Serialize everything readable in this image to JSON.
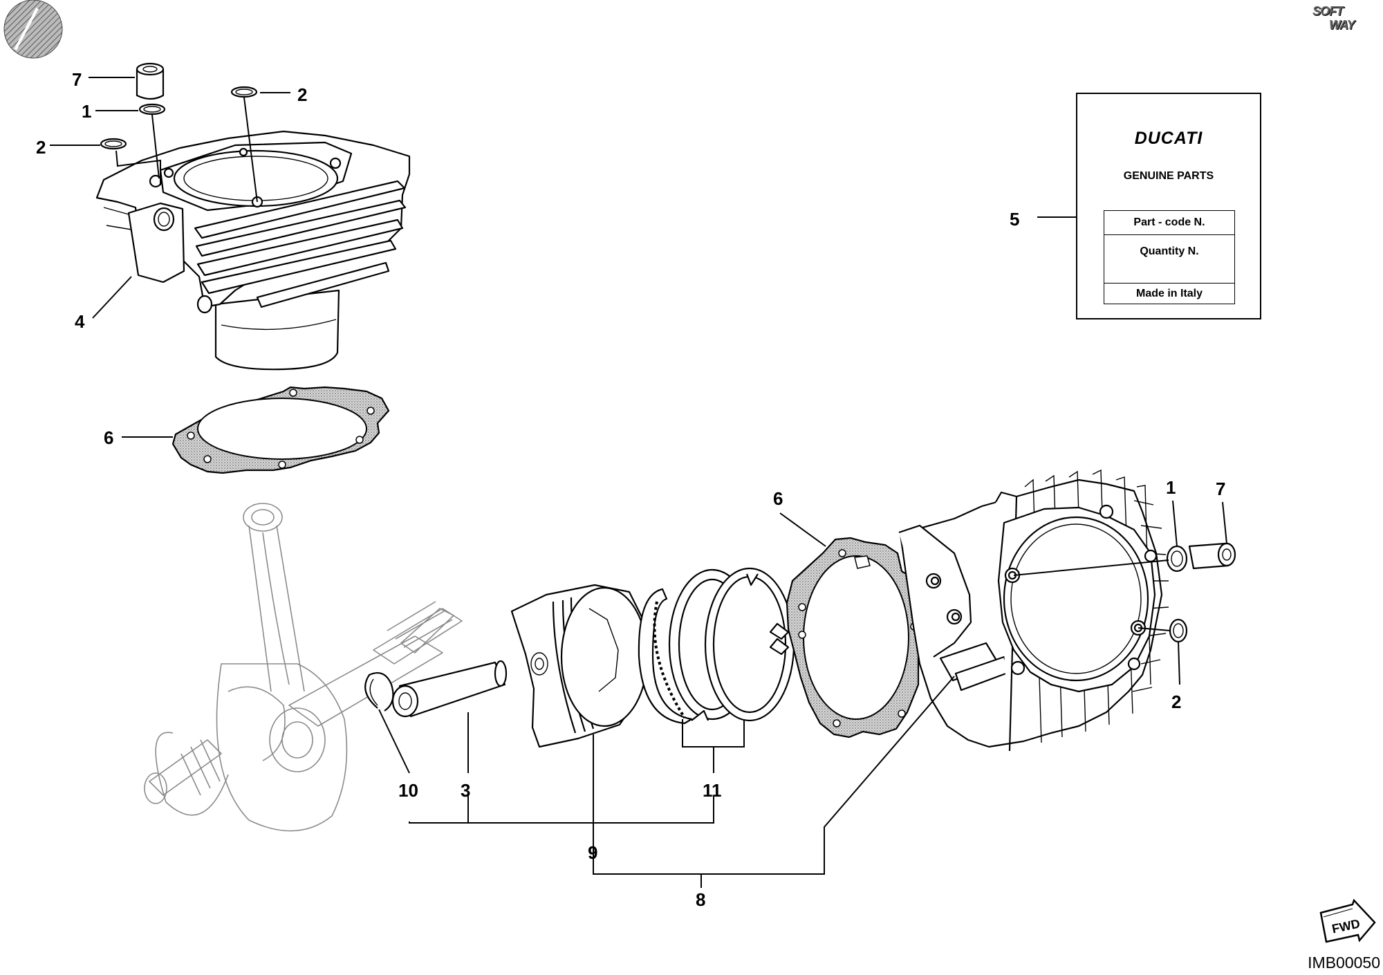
{
  "diagram": {
    "reference_code": "IMB00050",
    "brand_badge": "SOFTWAY",
    "brand_badge_lines": [
      "SOFT",
      "WAY"
    ],
    "direction_badge": "FWD",
    "callouts": [
      {
        "id": "c7a",
        "text": "7"
      },
      {
        "id": "c1a",
        "text": "1"
      },
      {
        "id": "c2a",
        "text": "2"
      },
      {
        "id": "c2b",
        "text": "2"
      },
      {
        "id": "c4",
        "text": "4"
      },
      {
        "id": "c6a",
        "text": "6"
      },
      {
        "id": "c5",
        "text": "5"
      },
      {
        "id": "c6b",
        "text": "6"
      },
      {
        "id": "c1b",
        "text": "1"
      },
      {
        "id": "c7b",
        "text": "7"
      },
      {
        "id": "c2c",
        "text": "2"
      },
      {
        "id": "c10",
        "text": "10"
      },
      {
        "id": "c3",
        "text": "3"
      },
      {
        "id": "c11",
        "text": "11"
      },
      {
        "id": "c9",
        "text": "9"
      },
      {
        "id": "c8",
        "text": "8"
      }
    ]
  },
  "parts_label": {
    "brand": "DUCATI",
    "subtitle": "GENUINE PARTS",
    "rows": [
      "Part - code N.",
      "Quantity N.",
      "Made in Italy"
    ]
  }
}
